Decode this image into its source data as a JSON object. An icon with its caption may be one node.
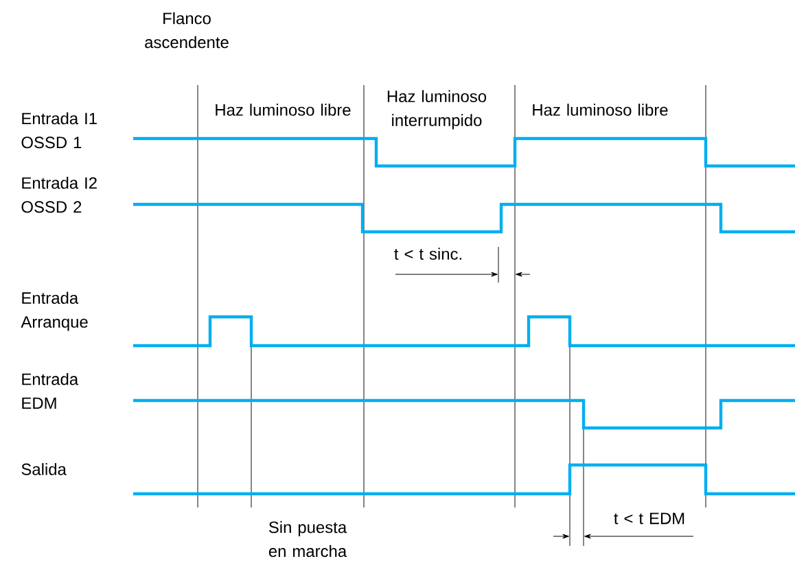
{
  "diagram": {
    "labels": [
      "Flanco ascendente",
      "Haz luminoso libre",
      "Haz luminoso interrumpido",
      "Haz luminoso libre",
      "Entrada I1 OSSD 1",
      "Entrada I2 OSSD 2",
      "t < t sinc.",
      "Entrada Arranque",
      "Entrada EDM",
      "Salida",
      "t < t EDM",
      "Sin puesta en marcha"
    ]
  }
}
